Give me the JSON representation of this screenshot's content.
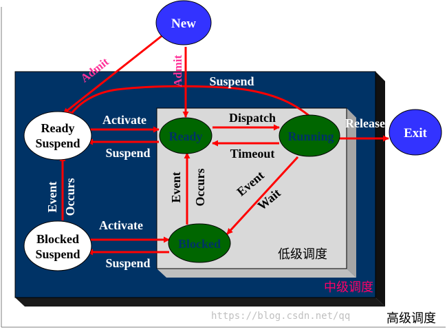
{
  "colors": {
    "outer_box": "#003366",
    "inner_box": "#d9d9d9",
    "arrow": "#ff0000",
    "new_exit_fill": "#3333ff",
    "low_level_state_fill": "#006600",
    "low_level_state_text": "#003366",
    "suspend_state_fill": "#ffffff",
    "admit_label": "#ff3399",
    "mid_level_label": "#ff0066"
  },
  "states": {
    "new": "New",
    "exit": "Exit",
    "ready": "Ready",
    "running": "Running",
    "blocked": "Blocked",
    "ready_suspend_line1": "Ready",
    "ready_suspend_line2": "Suspend",
    "blocked_suspend_line1": "Blocked",
    "blocked_suspend_line2": "Suspend"
  },
  "transitions": {
    "admit_to_ready_suspend": "Admit",
    "admit_to_ready": "Admit",
    "suspend_running_to_ready_suspend": "Suspend",
    "activate_ready": "Activate",
    "suspend_ready": "Suspend",
    "dispatch": "Dispatch",
    "timeout": "Timeout",
    "release": "Release",
    "event_wait_line1": "Event",
    "event_wait_line2": "Wait",
    "event_occurs_blocked_line1": "Event",
    "event_occurs_blocked_line2": "Occurs",
    "event_occurs_suspend_line1": "Event",
    "event_occurs_suspend_line2": "Occurs",
    "activate_blocked": "Activate",
    "suspend_blocked": "Suspend"
  },
  "regions": {
    "low_level": "低级调度",
    "mid_level": "中级调度",
    "high_level": "高级调度"
  },
  "watermark": "https://blog.csdn.net/qq"
}
